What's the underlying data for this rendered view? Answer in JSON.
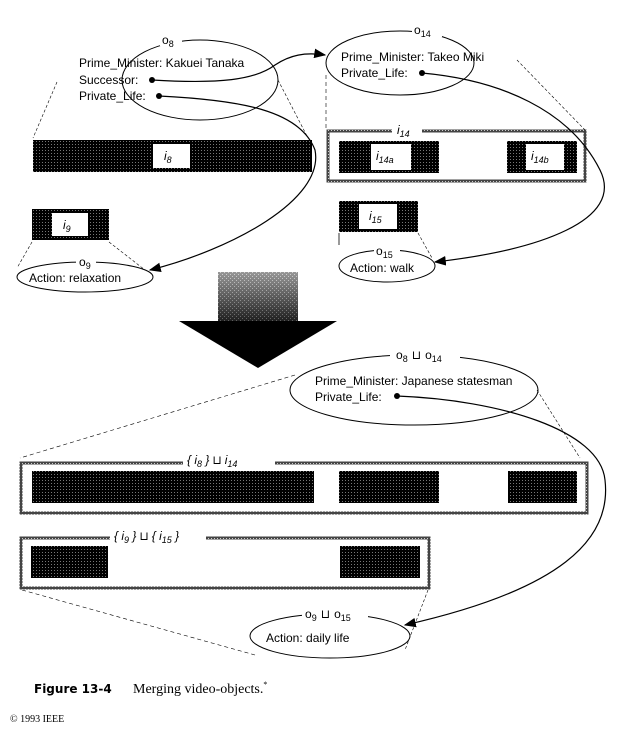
{
  "figure": {
    "caption_label": "Figure 13-4",
    "caption_text": "Merging video-objects.",
    "caption_mark": "*",
    "copyright": "© 1993 IEEE"
  },
  "objects": {
    "o8": {
      "name": "o",
      "sub": "8",
      "attributes": [
        "Prime_Minister: Kakuei Tanaka",
        "Successor:",
        "Private_Life:"
      ]
    },
    "o14": {
      "name": "o",
      "sub": "14",
      "attributes": [
        "Prime_Minister: Takeo Miki",
        "Private_Life:"
      ]
    },
    "o9": {
      "name": "o",
      "sub": "9",
      "attributes": [
        "Action: relaxation"
      ]
    },
    "o15": {
      "name": "o",
      "sub": "15",
      "attributes": [
        "Action: walk"
      ]
    },
    "merged_o8_o14": {
      "label_left": "o",
      "sub_left": "8",
      "op": "⊔",
      "label_right": "o",
      "sub_right": "14",
      "attributes": [
        "Prime_Minister: Japanese statesman",
        "Private_Life:"
      ]
    },
    "merged_o9_o15": {
      "label_left": "o",
      "sub_left": "9",
      "op": "⊔",
      "label_right": "o",
      "sub_right": "15",
      "attributes": [
        "Action: daily life"
      ]
    }
  },
  "intervals": {
    "i8": {
      "name": "i",
      "sub": "8"
    },
    "i9": {
      "name": "i",
      "sub": "9"
    },
    "i14": {
      "name": "i",
      "sub": "14"
    },
    "i14a": {
      "name": "i",
      "sub": "14a"
    },
    "i14b": {
      "name": "i",
      "sub": "14b"
    },
    "i15": {
      "name": "i",
      "sub": "15"
    },
    "merged_top": {
      "label": "{ i8 } ⊔ i14",
      "left": "{ i",
      "left_sub": "8",
      "mid": " }",
      "op": "⊔",
      "right": "i",
      "right_sub": "14"
    },
    "merged_bottom": {
      "label": "{ i9 } ⊔ { i15 }",
      "left": "{ i",
      "left_sub": "9",
      "mid": " }",
      "op": "⊔",
      "right": "{ i",
      "right_sub": "15",
      "end": " }"
    }
  }
}
